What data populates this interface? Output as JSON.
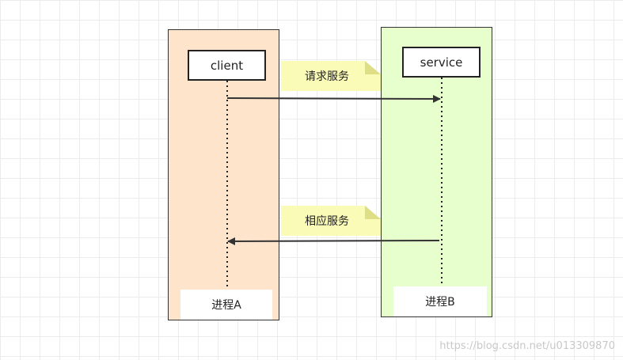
{
  "process_a": {
    "label": "进程A",
    "fill": "#ffe4cc",
    "lifeline": "client"
  },
  "process_b": {
    "label": "进程B",
    "fill": "#e6ffcc",
    "lifeline": "service"
  },
  "messages": [
    {
      "label": "请求服务",
      "from": "client",
      "to": "service"
    },
    {
      "label": "相应服务",
      "from": "service",
      "to": "client"
    }
  ],
  "note_color": "#fbfbb8",
  "watermark": "https://blog.csdn.net/u013309870"
}
